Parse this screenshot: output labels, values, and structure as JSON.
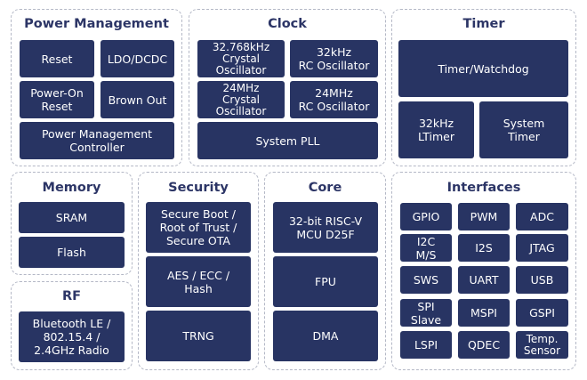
{
  "groups": {
    "power": {
      "title": "Power Management",
      "blocks": [
        "Reset",
        "LDO/DCDC",
        "Power-On\nReset",
        "Brown Out",
        "Power Management\nController"
      ]
    },
    "clock": {
      "title": "Clock",
      "blocks": [
        "32.768kHz\nCrystal\nOscillator",
        "32kHz\nRC Oscillator",
        "24MHz\nCrystal\nOscillator",
        "24MHz\nRC Oscillator",
        "System PLL"
      ]
    },
    "timer": {
      "title": "Timer",
      "blocks": [
        "Timer/Watchdog",
        "32kHz\nLTimer",
        "System\nTimer"
      ]
    },
    "memory": {
      "title": "Memory",
      "blocks": [
        "SRAM",
        "Flash"
      ]
    },
    "security": {
      "title": "Security",
      "blocks": [
        "Secure Boot /\nRoot of Trust /\nSecure OTA",
        "AES / ECC /\nHash",
        "TRNG"
      ]
    },
    "core": {
      "title": "Core",
      "blocks": [
        "32-bit RISC-V\nMCU D25F",
        "FPU",
        "DMA"
      ]
    },
    "interfaces": {
      "title": "Interfaces",
      "blocks": [
        "GPIO",
        "PWM",
        "ADC",
        "I2C\nM/S",
        "I2S",
        "JTAG",
        "SWS",
        "UART",
        "USB",
        "SPI\nSlave",
        "MSPI",
        "GSPI",
        "LSPI",
        "QDEC",
        "Temp.\nSensor"
      ]
    },
    "rf": {
      "title": "RF",
      "blocks": [
        "Bluetooth LE /\n802.15.4 /\n2.4GHz Radio"
      ]
    }
  },
  "colors": {
    "block_fill": "#283463",
    "title_text": "#2c3566",
    "group_border": "#b4b8c6"
  }
}
